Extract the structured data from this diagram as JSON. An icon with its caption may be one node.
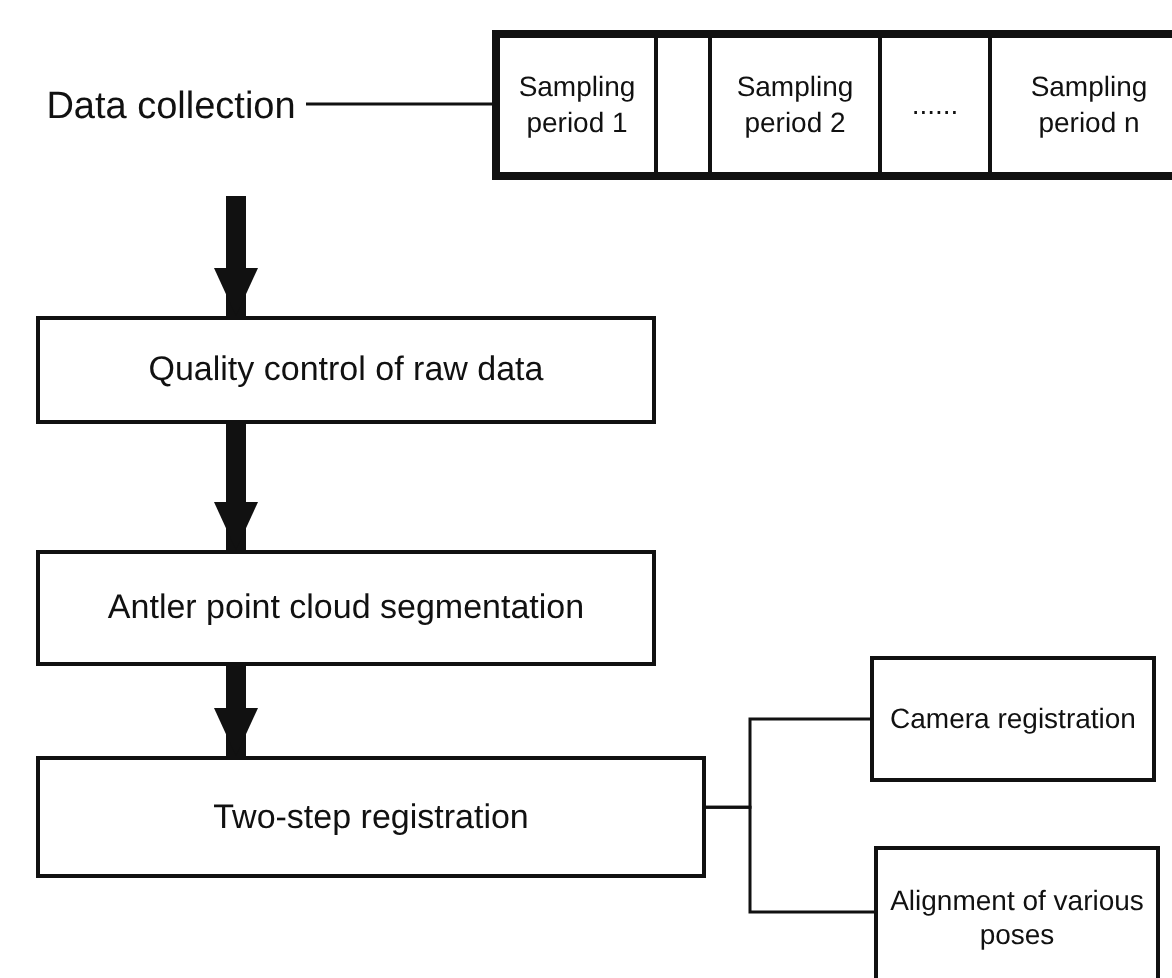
{
  "diagram": {
    "nodes": [
      {
        "text": [
          "Data collection"
        ]
      },
      {
        "text": [],
        "shape": "box"
      },
      {
        "text": [
          "Sampling period 1"
        ],
        "in": 1
      },
      {
        "text": [],
        "shape": "box",
        "in": 1
      },
      {
        "text": [
          "Sampling period 2"
        ],
        "in": 1
      },
      {
        "text": [
          "......"
        ],
        "in": 1
      },
      {
        "text": [
          "Sampling period n"
        ],
        "in": 1
      },
      {
        "text": [
          "Quality control of raw data"
        ]
      },
      {
        "text": [
          "Antler point cloud segmentation"
        ]
      },
      {
        "text": [
          "Two-step registration"
        ]
      },
      {
        "text": [
          "Camera registration"
        ]
      },
      {
        "text": [
          "Alignment of various poses"
        ]
      }
    ],
    "edges": [
      {
        "from": 0,
        "to": 1,
        "arrow": "none"
      },
      {
        "from": 0,
        "to": 7,
        "arrow": "to",
        "style": "thick"
      },
      {
        "from": 7,
        "to": 8,
        "arrow": "to",
        "style": "thick"
      },
      {
        "from": 8,
        "to": 9,
        "arrow": "to",
        "style": "thick"
      },
      {
        "from": 9,
        "to": 10,
        "arrow": "none"
      },
      {
        "from": 9,
        "to": 11,
        "arrow": "none"
      }
    ]
  }
}
